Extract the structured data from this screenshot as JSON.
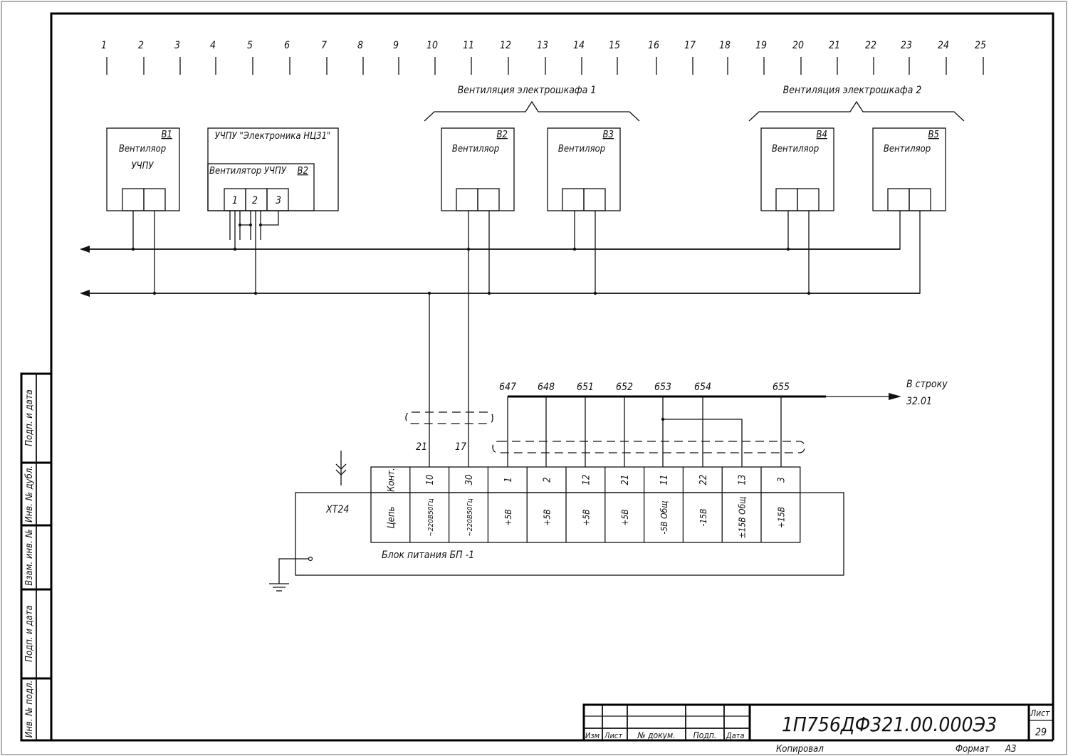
{
  "column_numbers": [
    "1",
    "2",
    "3",
    "4",
    "5",
    "6",
    "7",
    "8",
    "9",
    "10",
    "11",
    "12",
    "13",
    "14",
    "15",
    "16",
    "17",
    "18",
    "19",
    "20",
    "21",
    "22",
    "23",
    "24",
    "25"
  ],
  "groups": [
    {
      "label": "Вентиляция электрошкафа 1"
    },
    {
      "label": "Вентиляция электрошкафа 2"
    }
  ],
  "fans": [
    {
      "ref": "В1",
      "label": "Вентиляор",
      "sublabel": "УЧПУ"
    },
    {
      "ref": "В2",
      "label": "Вентиляор",
      "sublabel": ""
    },
    {
      "ref": "В3",
      "label": "Вентиляор",
      "sublabel": ""
    },
    {
      "ref": "В4",
      "label": "Вентиляор",
      "sublabel": ""
    },
    {
      "ref": "В5",
      "label": "Вентиляор",
      "sublabel": ""
    }
  ],
  "cnc_unit": {
    "title": "УЧПУ \"Электроника НЦ31\"",
    "inner_label": "Вентилятор УЧПУ",
    "inner_ref": "В2",
    "pins": [
      "1",
      "2",
      "3"
    ]
  },
  "wires_lower": [
    {
      "label": "21"
    },
    {
      "label": "17"
    }
  ],
  "bus_labels": [
    "647",
    "648",
    "651",
    "652",
    "653",
    "654",
    "655"
  ],
  "bus_destination": {
    "line1": "В строку",
    "line2": "32.01"
  },
  "terminal_block": {
    "connector_ref": "ХТ24",
    "unit_label": "Блок питания БП -1",
    "header_contact": "Конт.",
    "header_circuit": "Цепь",
    "contacts": [
      "10",
      "30",
      "1",
      "2",
      "12",
      "21",
      "11",
      "22",
      "13",
      "3"
    ],
    "circuits": [
      "~220В50Гц",
      "~220В50Гц",
      "+5В",
      "+5В",
      "+5В",
      "+5В",
      "-5В Общ",
      "-15В",
      "±15В Общ",
      "+15В"
    ]
  },
  "side_stamp": [
    {
      "label": "Подп. и дата"
    },
    {
      "label": "Инв. № дубл."
    },
    {
      "label": "Взам. инв. №"
    },
    {
      "label": "Подп. и дата"
    },
    {
      "label": "Инв. № подл."
    }
  ],
  "title_block": {
    "document_number": "1П756ДФ321.00.000Э3",
    "sheet_label": "Лист",
    "sheet_number": "29",
    "columns": [
      "Изм",
      "Лист",
      "№ докум.",
      "Подп.",
      "Дата"
    ],
    "copied_label": "Копировал",
    "format_label": "Формат",
    "format_value": "А3"
  }
}
